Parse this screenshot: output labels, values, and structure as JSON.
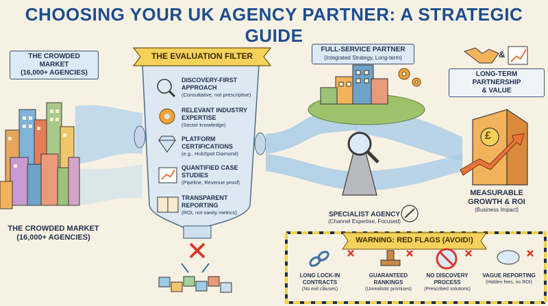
{
  "title": "CHOOSING YOUR UK AGENCY PARTNER: A STRATEGIC GUIDE",
  "market": {
    "top_label_line1": "THE CROWDED MARKET",
    "top_label_line2": "(16,000+ AGENCIES)",
    "bottom_label_line1": "THE CROWDED MARKET",
    "bottom_label_line2": "(16,000+ AGENCIES)"
  },
  "filter": {
    "banner": "THE EVALUATION FILTER",
    "criteria": [
      {
        "title": "DISCOVERY-FIRST APPROACH",
        "sub": "(Consultative, not prescriptive)",
        "icon": "magnifier-icon"
      },
      {
        "title": "RELEVANT INDUSTRY EXPERTISE",
        "sub": "(Sector knowledge)",
        "icon": "gear-icon"
      },
      {
        "title": "PLATFORM CERTIFICATIONS",
        "sub": "(e.g., HubSpot Diamond)",
        "icon": "diamond-icon"
      },
      {
        "title": "QUANTIFIED CASE STUDIES",
        "sub": "(Pipeline, Revenue proof)",
        "icon": "growth-chart-icon"
      },
      {
        "title": "TRANSPARENT REPORTING",
        "sub": "(ROI, not vanity metrics)",
        "icon": "book-icon"
      }
    ]
  },
  "full_service": {
    "title": "FULL-SERVICE PARTNER",
    "sub": "(Integrated Strategy, Long-term)"
  },
  "specialist": {
    "title": "SPECIALIST AGENCY",
    "sub": "(Channel Expertise, Focused)"
  },
  "partnership": {
    "amp": "&",
    "title_line1": "LONG-TERM PARTNERSHIP",
    "title_line2": "& VALUE"
  },
  "growth": {
    "symbol": "£",
    "title_line1": "MEASURABLE",
    "title_line2": "GROWTH & ROI",
    "sub": "(Business Impact)"
  },
  "red_flags": {
    "banner": "WARNING: RED FLAGS (AVOID!)",
    "items": [
      {
        "title_line1": "LONG LOCK-IN",
        "title_line2": "CONTRACTS",
        "sub": "(No exit clauses)",
        "icon": "chain-icon"
      },
      {
        "title_line1": "GUARANTEED",
        "title_line2": "RANKINGS",
        "sub": "(Unrealistic promises)",
        "icon": "stamp-icon"
      },
      {
        "title_line1": "NO DISCOVERY",
        "title_line2": "PROCESS",
        "sub": "(Prescribed solutions)",
        "icon": "no-magnifier-icon"
      },
      {
        "title_line1": "VAGUE REPORTING",
        "title_line2": "",
        "sub": "(Hidden fees, no ROI)",
        "icon": "cloud-icon"
      }
    ]
  },
  "colors": {
    "title": "#1d4d8f",
    "funnel": "#dce9f2",
    "path": "#a9cde6",
    "warning": "#f2cf4a",
    "red_x": "#d83a2b",
    "hill": "#9cc26b"
  }
}
